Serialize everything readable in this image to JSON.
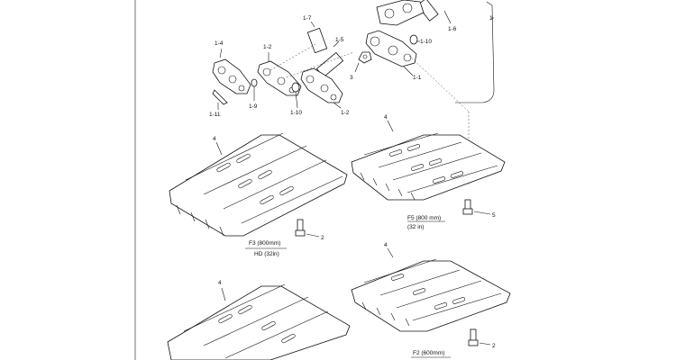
{
  "callouts": {
    "c1": "1",
    "c1_2a": "1-2",
    "c1_2b": "1-2",
    "c1_4": "1-4",
    "c1_5": "1-5",
    "c1_6": "1-6",
    "c1_7": "1-7",
    "c1_9": "1-9",
    "c1_10a": "1-10",
    "c1_10b": "1-10",
    "c1_11": "1-11",
    "c1_1": "1-1",
    "c3": "3",
    "c4a": "4",
    "c4b": "4",
    "c4c": "4",
    "c4d": "4",
    "c2a": "2",
    "c2b": "2",
    "c5": "5"
  },
  "captions": {
    "f5_line1": "F5 (800 mm)",
    "f5_line2": "(32 in)",
    "f3_line1": "F3 (800mm)",
    "f3_line2": "HD (32in)",
    "f2_line1": "F2 (600mm)"
  }
}
